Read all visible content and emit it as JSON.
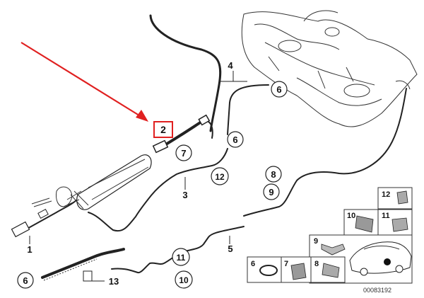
{
  "callouts": [
    {
      "id": "c-6-top",
      "text": "6"
    },
    {
      "id": "c-6-mid",
      "text": "6"
    },
    {
      "id": "c-7",
      "text": "7"
    },
    {
      "id": "c-12",
      "text": "12"
    },
    {
      "id": "c-8",
      "text": "8"
    },
    {
      "id": "c-9",
      "text": "9"
    },
    {
      "id": "c-11",
      "text": "11"
    },
    {
      "id": "c-10",
      "text": "10"
    },
    {
      "id": "c-6-low",
      "text": "6"
    }
  ],
  "plain_labels": {
    "four": "4",
    "three": "3",
    "one": "1",
    "five": "5",
    "thirteen": "13"
  },
  "highlight_label": "2",
  "parts_grid": {
    "p12": "12",
    "p10": "10",
    "p11": "11",
    "p9": "9",
    "p6": "6",
    "p7": "7",
    "p8": "8"
  },
  "diagram_number": "00083192",
  "colors": {
    "arrow": "#e02020",
    "highlight": "#e02020",
    "line": "#222222"
  }
}
